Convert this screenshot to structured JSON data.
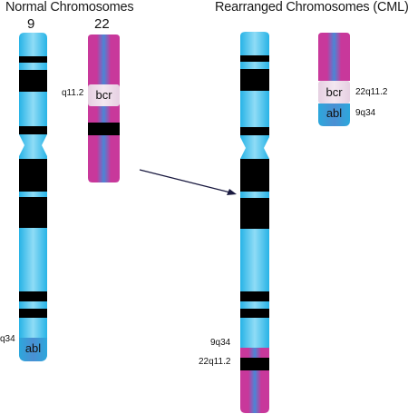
{
  "headings": {
    "normal": "Normal Chromosomes",
    "rearranged": "Rearranged Chromosomes (CML)"
  },
  "chromosomes": {
    "normal_9": {
      "number": "9",
      "band_label": "q34",
      "gene": "abl"
    },
    "normal_22": {
      "number": "22",
      "band_label": "q11.2",
      "gene": "bcr"
    },
    "derivative_9": {
      "band_label_top": "9q34",
      "band_label_bottom": "22q11.2"
    },
    "philadelphia_22": {
      "gene_top": "bcr",
      "gene_bottom": "abl",
      "band_label_top": "22q11.2",
      "band_label_bottom": "9q34"
    }
  },
  "colors": {
    "chromosome_9": "#33c0ee",
    "chromosome_9_light": "#9fe2f8",
    "chromosome_22": "#cc3fa0",
    "chromosome_22_core": "#4f7fd0",
    "band_dark": "#000000",
    "bcr_region": "#e5cde0"
  }
}
